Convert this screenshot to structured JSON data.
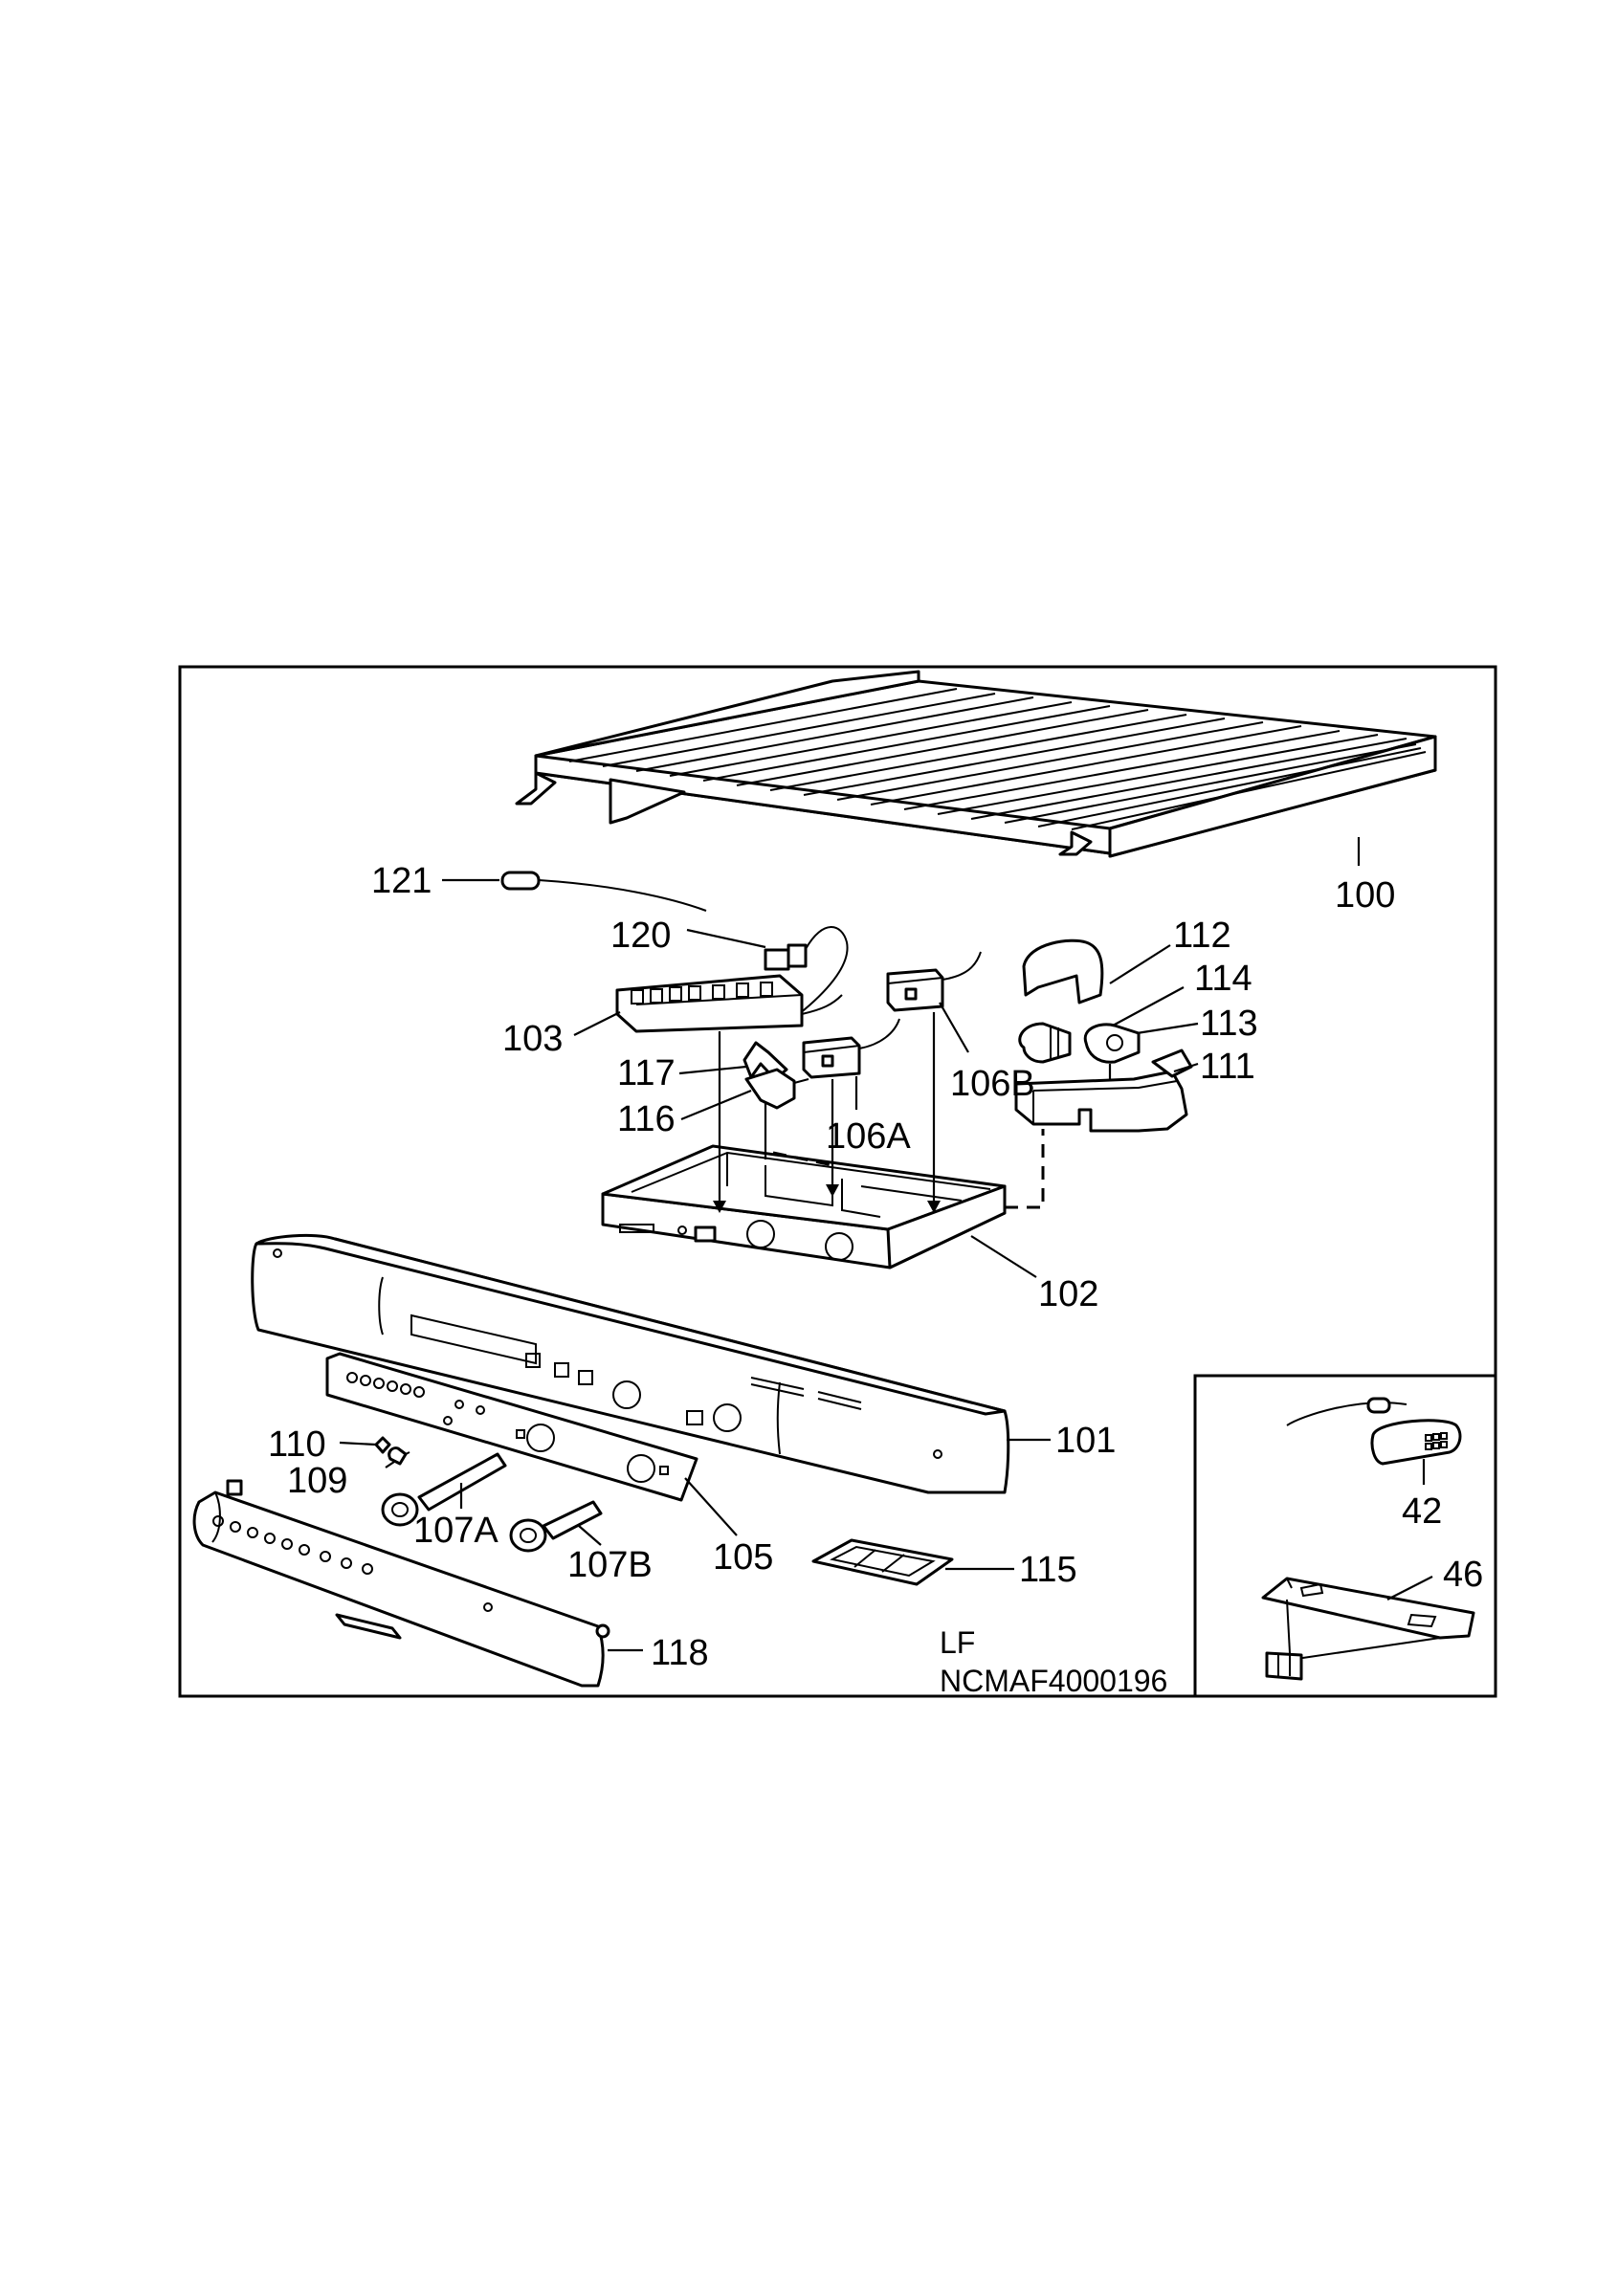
{
  "labels": {
    "l100": "100",
    "l101": "101",
    "l102": "102",
    "l103": "103",
    "l105": "105",
    "l106A": "106A",
    "l106B": "106B",
    "l107A": "107A",
    "l107B": "107B",
    "l109": "109",
    "l110": "110",
    "l111": "111",
    "l112": "112",
    "l113": "113",
    "l114": "114",
    "l115": "115",
    "l116": "116",
    "l117": "117",
    "l118": "118",
    "l120": "120",
    "l121": "121",
    "l42": "42",
    "l46": "46"
  },
  "footer": {
    "line1": "LF",
    "line2": "NCMAF4000196"
  }
}
